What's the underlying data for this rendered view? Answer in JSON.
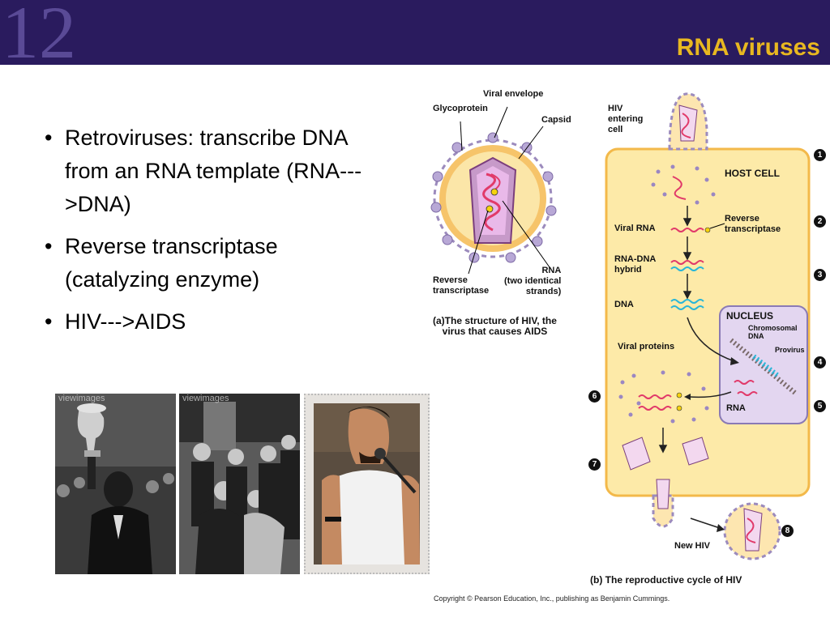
{
  "slide": {
    "number": "12",
    "title": "RNA viruses"
  },
  "bullets": [
    "Retroviruses: transcribe DNA from an RNA template (RNA--->DNA)",
    "Reverse transcriptase (catalyzing enzyme)",
    "HIV--->AIDS"
  ],
  "photos": {
    "watermark": "viewimages"
  },
  "diagram_a": {
    "viral_envelope": "Viral envelope",
    "glycoprotein": "Glycoprotein",
    "capsid": "Capsid",
    "reverse_transcriptase": "Reverse\ntranscriptase",
    "rna": "RNA\n(two identical\nstrands)",
    "caption": "(a)The structure of HIV, the\nvirus that causes AIDS"
  },
  "diagram_b": {
    "hiv_entering": "HIV\nentering\ncell",
    "host_cell": "HOST CELL",
    "viral_rna": "Viral RNA",
    "reverse_transcriptase": "Reverse\ntranscriptase",
    "rna_dna_hybrid": "RNA-DNA\nhybrid",
    "dna": "DNA",
    "nucleus": "NUCLEUS",
    "chromosomal_dna": "Chromosomal\nDNA",
    "provirus": "Provirus",
    "viral_proteins": "Viral proteins",
    "rna": "RNA",
    "new_hiv": "New HIV",
    "caption": "(b) The reproductive cycle of HIV",
    "steps": [
      "1",
      "2",
      "3",
      "4",
      "5",
      "6",
      "7",
      "8"
    ]
  },
  "copyright": "Copyright © Pearson Education, Inc., publishing as Benjamin Cummings."
}
